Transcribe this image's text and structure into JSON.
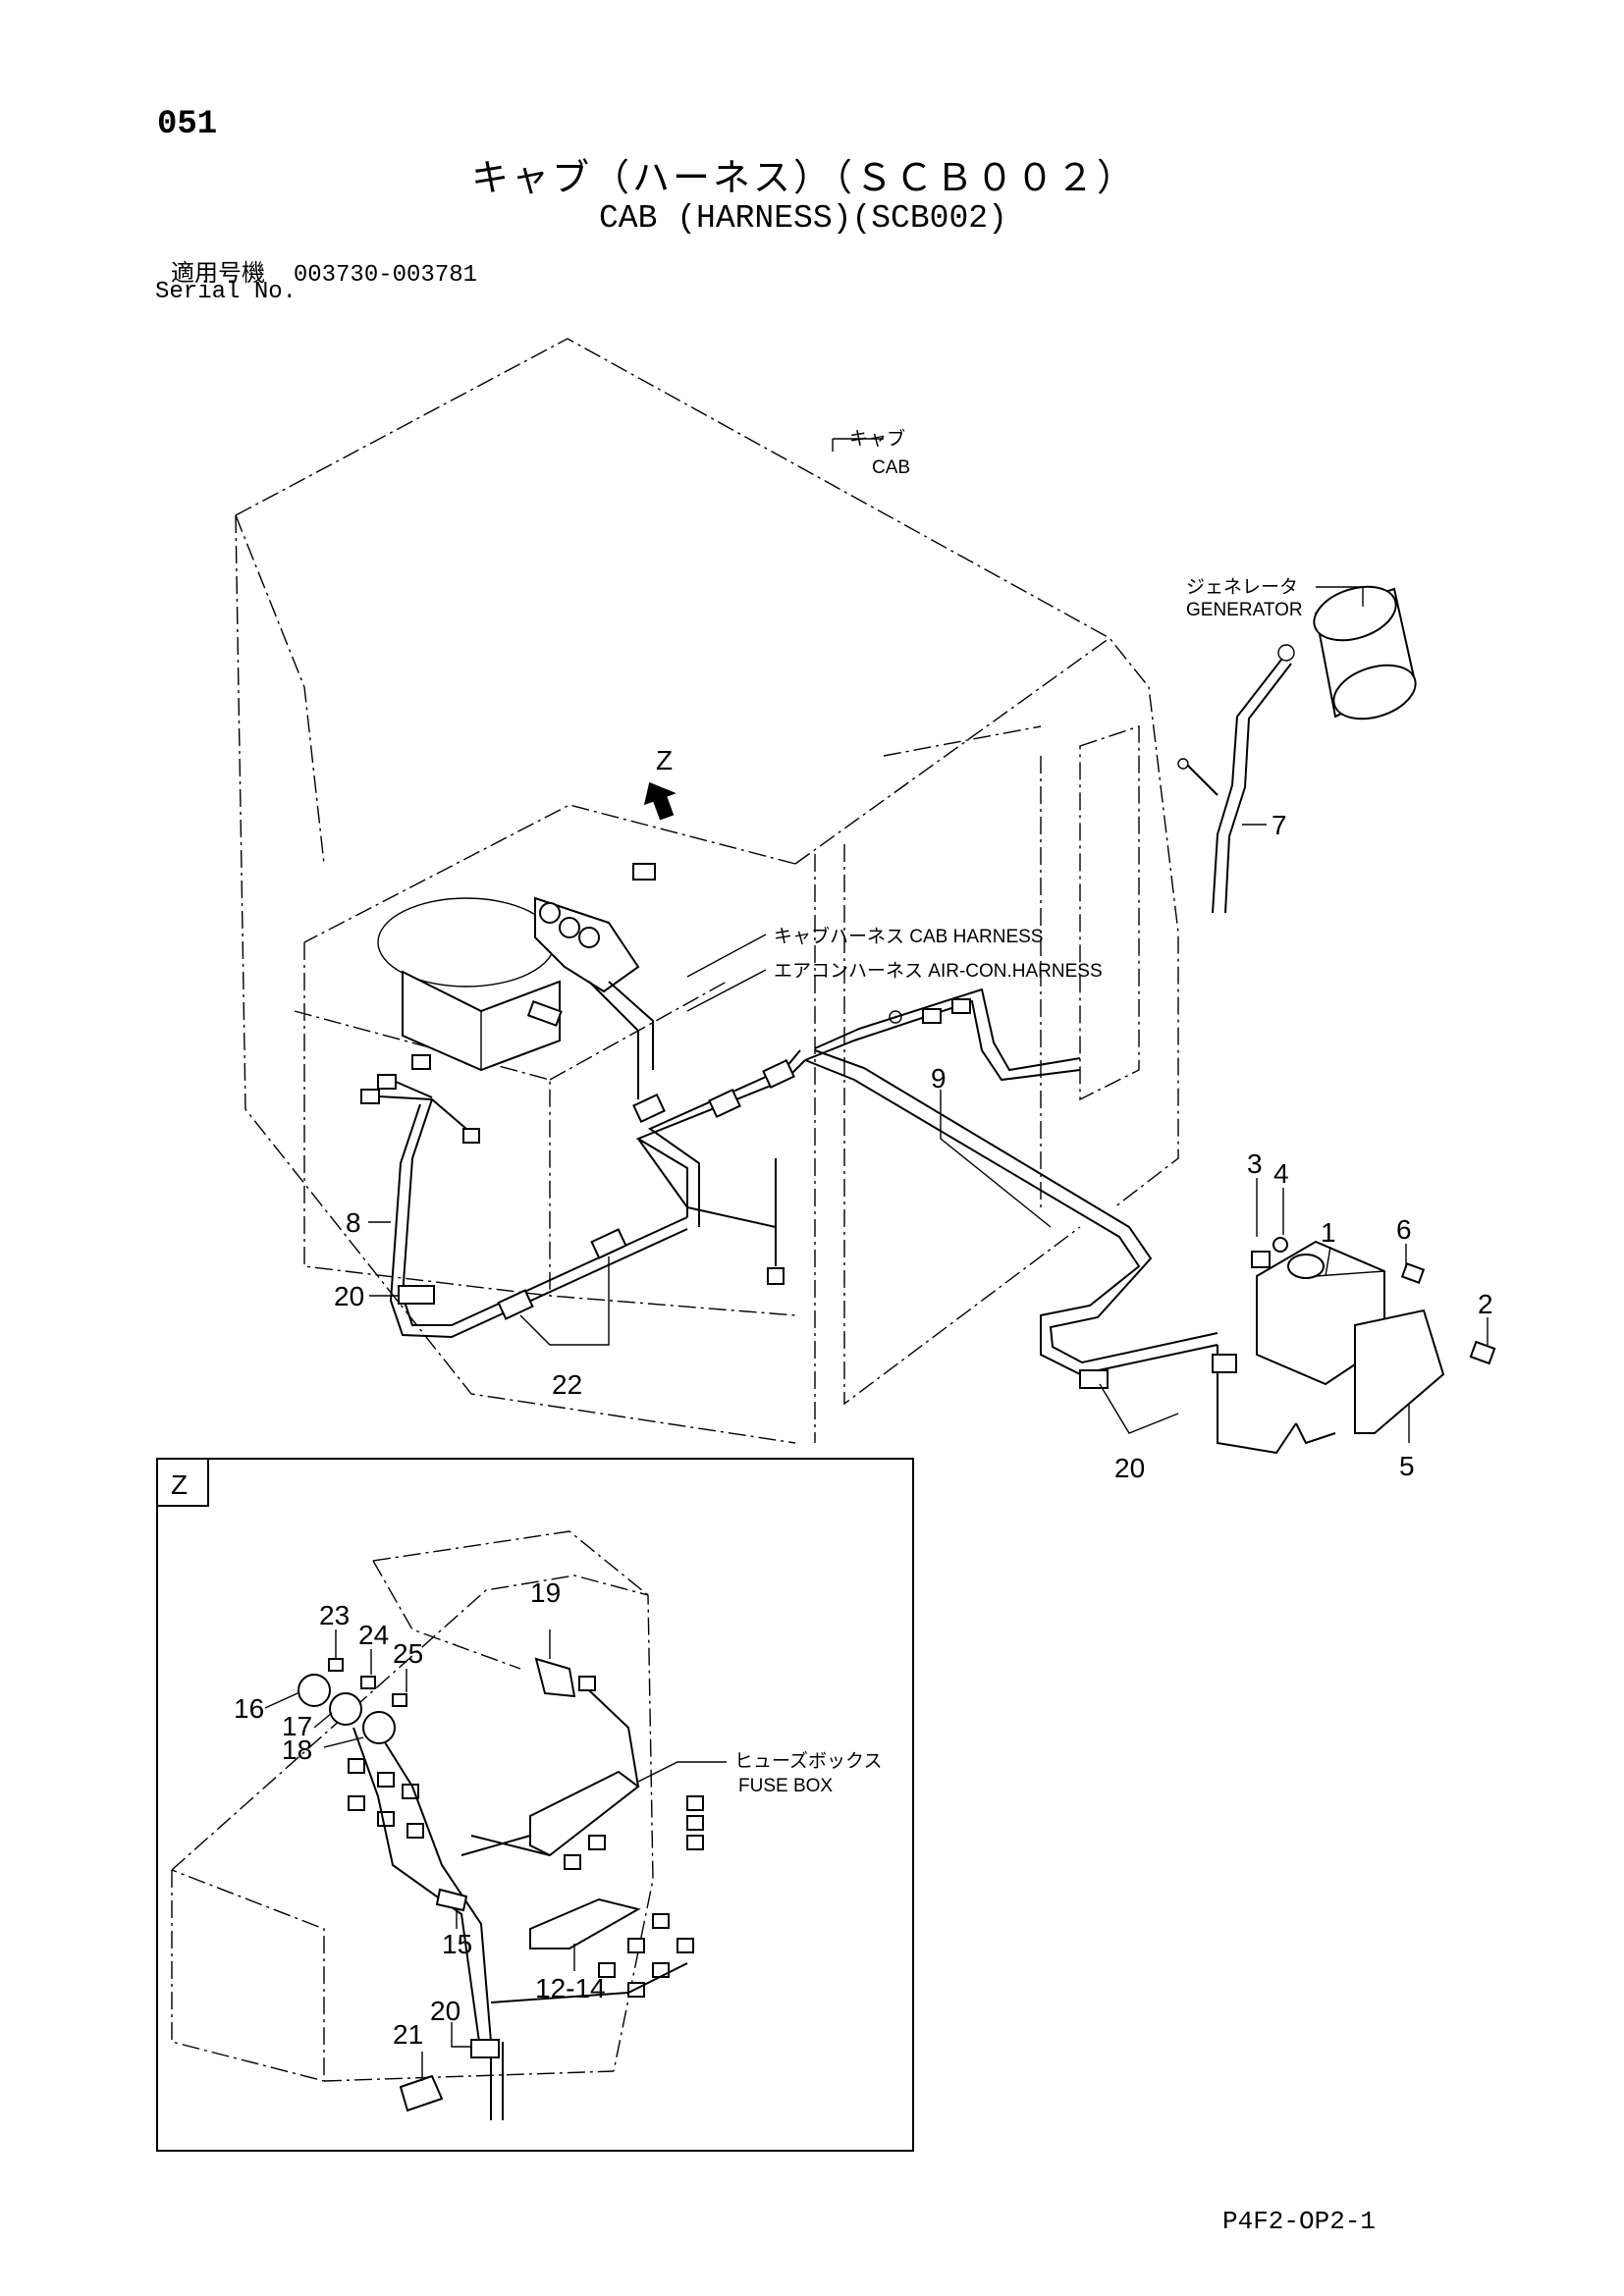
{
  "header": {
    "page_number": "051",
    "title_jp": "キャブ（ハーネス）（ＳＣＢ００２）",
    "title_en": "CAB (HARNESS)(SCB002)",
    "serial_label_jp": "適用号機",
    "serial_range": "003730-003781",
    "serial_label_en": "Serial No."
  },
  "callouts": {
    "cab_jp": "キャブ",
    "cab_en": "CAB",
    "generator_jp": "ジェネレータ",
    "generator_en": "GENERATOR",
    "cab_harness": "キャブハーネス  CAB HARNESS",
    "aircon_harness": "エアコンハーネス  AIR-CON.HARNESS",
    "fuse_box_jp": "ヒューズボックス",
    "fuse_box_en": "FUSE BOX",
    "view_z": "Z",
    "inset_z": "Z"
  },
  "part_numbers": {
    "p1": "1",
    "p2": "2",
    "p3": "3",
    "p4": "4",
    "p5": "5",
    "p6": "6",
    "p7": "7",
    "p8": "8",
    "p9": "9",
    "p20a": "20",
    "p20b": "20",
    "p22": "22",
    "p23": "23",
    "p24": "24",
    "p25": "25",
    "p16": "16",
    "p17": "17",
    "p18": "18",
    "p19": "19",
    "p15": "15",
    "p12_14": "12-14",
    "p20c": "20",
    "p21": "21"
  },
  "footer": {
    "document_code": "P4F2-OP2-1"
  }
}
